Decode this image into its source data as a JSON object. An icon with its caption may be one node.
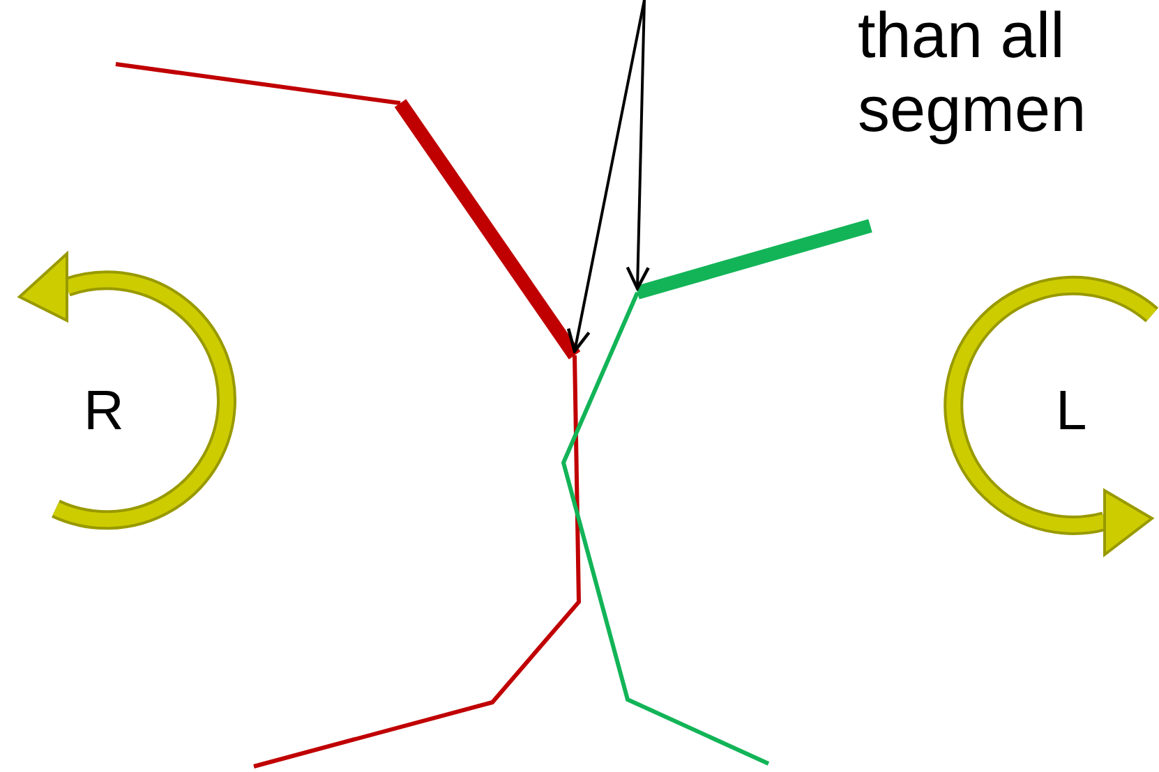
{
  "diagram": {
    "nodes": [
      {
        "text": [],
        "shape": "bar"
      },
      {
        "text": [],
        "shape": "bar"
      }
    ],
    "edges": [
      {
        "from": null,
        "to": 0,
        "arrow": "to"
      },
      {
        "from": null,
        "to": 1,
        "arrow": "to"
      }
    ],
    "labels": [
      "than all",
      "segmen",
      "R",
      "L"
    ]
  }
}
